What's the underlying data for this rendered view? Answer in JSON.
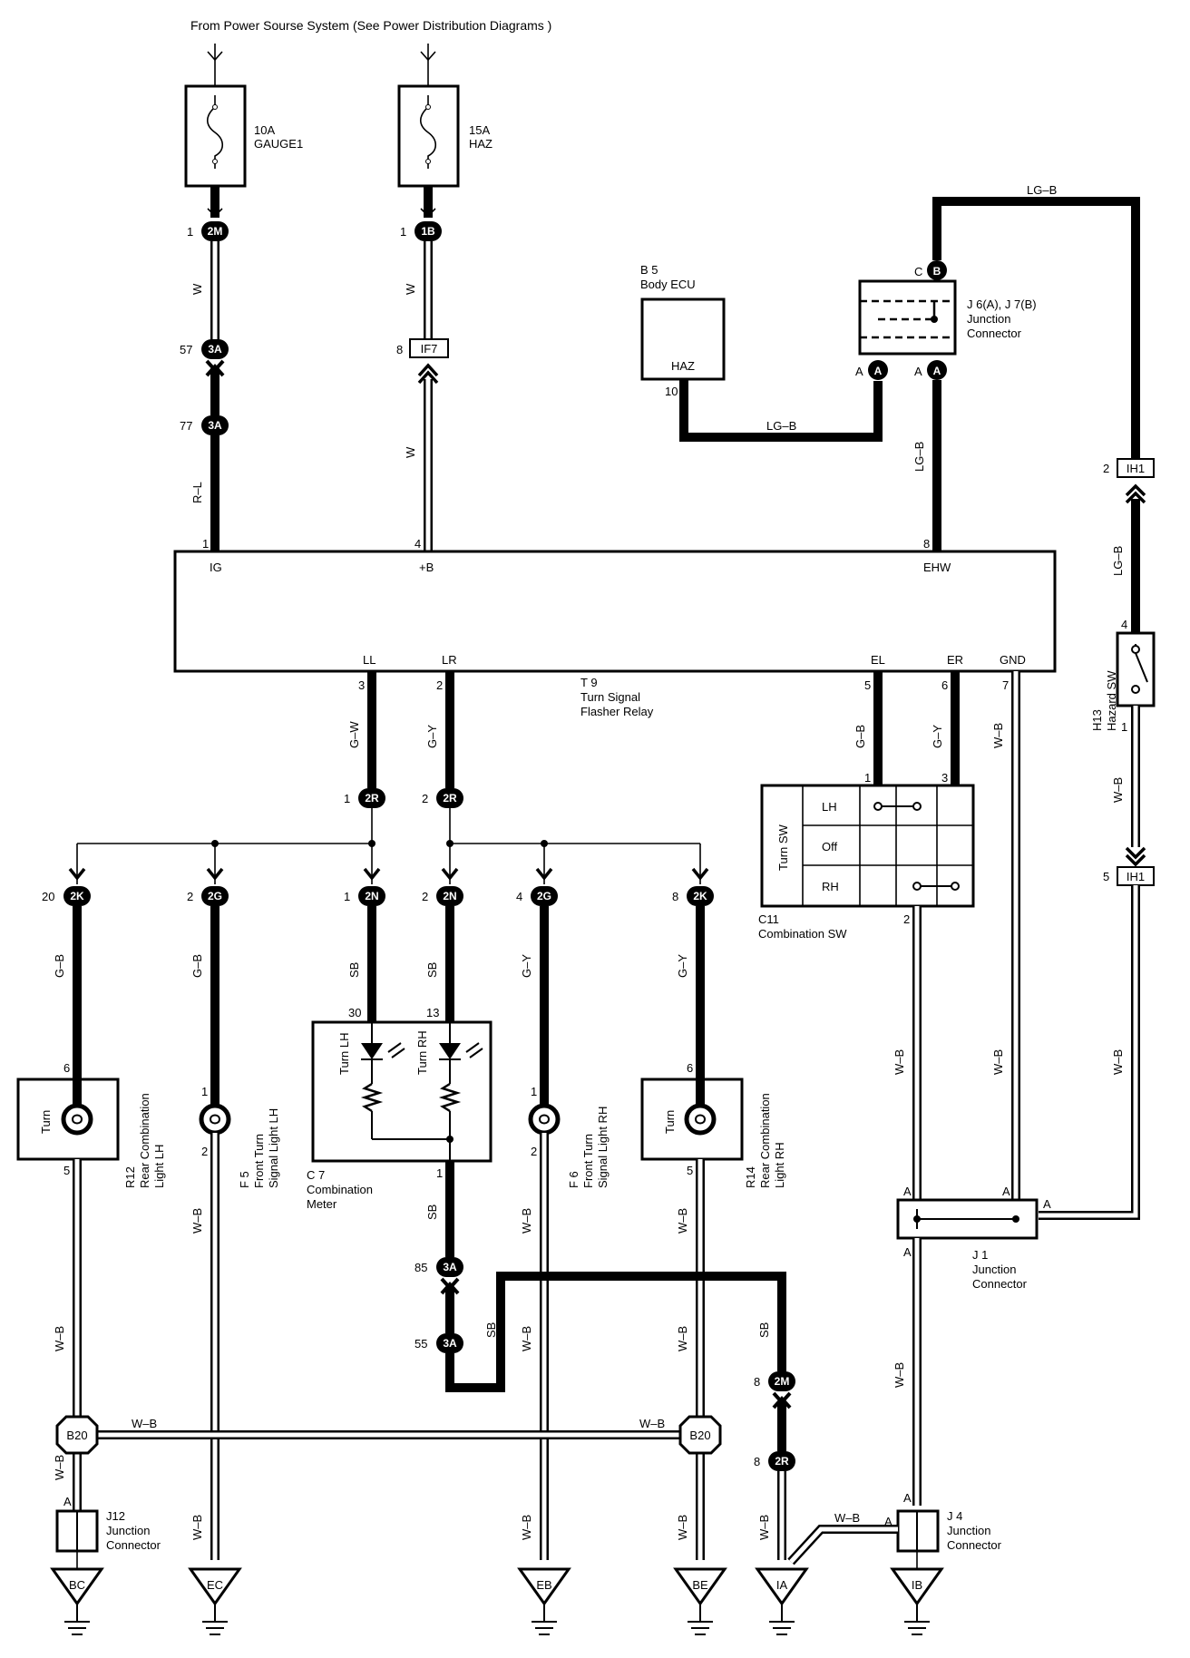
{
  "diagram": {
    "header": "From Power Sourse System (See Power Distribution Diagrams )",
    "fuses": [
      {
        "rating": "10A",
        "name": "GAUGE1"
      },
      {
        "rating": "15A",
        "name": "HAZ"
      }
    ],
    "relay": {
      "id": "T 9",
      "name_line1": "Turn Signal",
      "name_line2": "Flasher Relay",
      "pins_top": [
        "IG",
        "+B",
        "EHW"
      ],
      "pins_bottom": [
        "LL",
        "LR",
        "EL",
        "ER",
        "GND"
      ]
    },
    "body_ecu": {
      "id": "B 5",
      "name": "Body ECU",
      "pin": "HAZ"
    },
    "junction_j6": {
      "id": "J 6(A), J 7(B)",
      "name_line1": "Junction",
      "name_line2": "Connector"
    },
    "hazard_sw": {
      "id": "H13",
      "name": "Hazard SW"
    },
    "combination_sw": {
      "id": "C11",
      "name": "Combination SW",
      "title": "Turn SW",
      "positions": [
        "LH",
        "Off",
        "RH"
      ]
    },
    "combination_meter": {
      "id": "C 7",
      "name_line1": "Combination",
      "name_line2": "Meter",
      "turn_lh": "Turn LH",
      "turn_rh": "Turn RH"
    },
    "lamps": [
      {
        "id": "R12",
        "name_line1": "Rear Combination",
        "name_line2": "Light LH",
        "label": "Turn"
      },
      {
        "id": "F 5",
        "name_line1": "Front Turn",
        "name_line2": "Signal Light LH"
      },
      {
        "id": "F 6",
        "name_line1": "Front Turn",
        "name_line2": "Signal Light RH"
      },
      {
        "id": "R14",
        "name_line1": "Rear Combination",
        "name_line2": "Light RH",
        "label": "Turn"
      }
    ],
    "junction_j1": {
      "id": "J 1",
      "name_line1": "Junction",
      "name_line2": "Connector"
    },
    "junction_j12": {
      "id": "J12",
      "name_line1": "Junction",
      "name_line2": "Connector"
    },
    "junction_j4": {
      "id": "J 4",
      "name_line1": "Junction",
      "name_line2": "Connector"
    },
    "grounds": [
      "BC",
      "EC",
      "EB",
      "BE",
      "IA",
      "IB"
    ],
    "connectors": {
      "c2M": "2M",
      "c1B": "1B",
      "c3A": "3A",
      "cIF7": "IF7",
      "cB": "B",
      "cA": "A",
      "cIH1": "IH1",
      "c2R": "2R",
      "c2K": "2K",
      "c2G": "2G",
      "c2N": "2N",
      "cB20": "B20"
    },
    "pins": {
      "p1": "1",
      "p2": "2",
      "p3": "3",
      "p4": "4",
      "p5": "5",
      "p6": "6",
      "p7": "7",
      "p8": "8",
      "p10": "10",
      "p13": "13",
      "p20": "20",
      "p30": "30",
      "p55": "55",
      "p57": "57",
      "p77": "77",
      "p85": "85",
      "pA": "A",
      "pC": "C"
    },
    "wire_colors": {
      "W": "W",
      "RL": "R–L",
      "LGB": "LG–B",
      "GW": "G–W",
      "GY": "G–Y",
      "GB": "G–B",
      "WB": "W–B",
      "SB": "SB"
    }
  }
}
